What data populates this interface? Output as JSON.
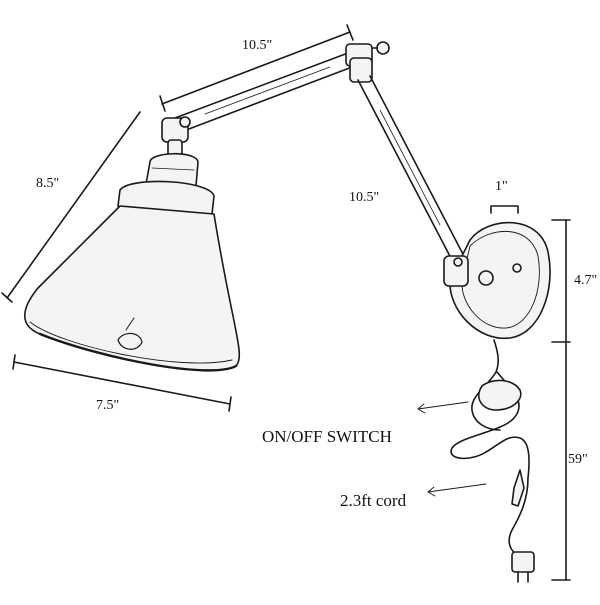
{
  "dimensions": {
    "upper_arm": "10.5\"",
    "lower_arm": "10.5\"",
    "shade_height": "8.5\"",
    "shade_width": "7.5\"",
    "plate_depth": "1\"",
    "plate_height": "4.7\"",
    "cord_length_total": "59\""
  },
  "callouts": {
    "switch": "ON/OFF SWITCH",
    "cord": "2.3ft cord"
  },
  "colors": {
    "ink": "#1a1a1a",
    "shade_fill": "#f4f4f4",
    "background": "#ffffff"
  }
}
